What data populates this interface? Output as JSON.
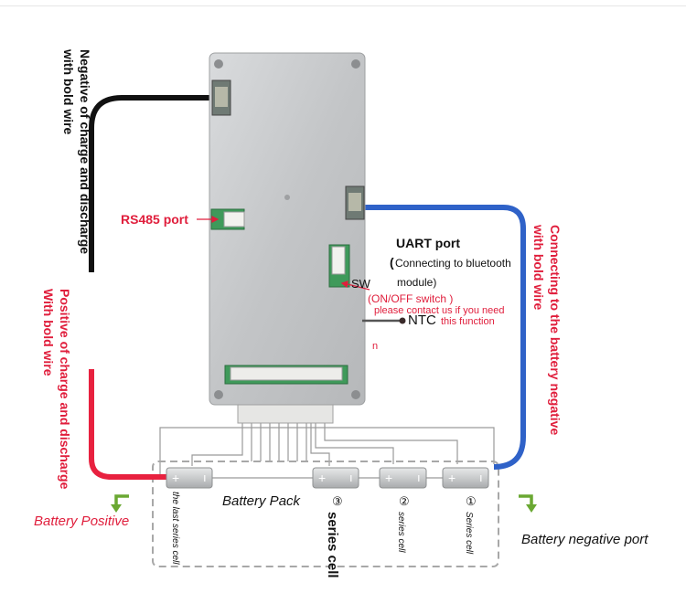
{
  "labels": {
    "neg_charge": [
      "Negative of charge and discharge",
      "with bold wire"
    ],
    "pos_charge": [
      "Positive of charge and discharge",
      "With bold wire"
    ],
    "neg_battery": [
      "Connecting to the battery negative",
      "with bold wire"
    ],
    "rs485": "RS485 port",
    "uart_title": "UART port",
    "uart_paren": "(",
    "uart_line1": "Connecting to bluetooth",
    "uart_line2": "module)",
    "sw": "SW",
    "onoff": "(ON/OFF switch )",
    "contact_line1": "please contact us if you need",
    "contact_line2": "this function",
    "ntc": "NTC",
    "ntc_n": "n",
    "battery_pack": "Battery Pack",
    "series_cell_big": "series cell",
    "cell_last": "the last series cell",
    "cell_3_num": "③",
    "cell_2_num": "②",
    "cell_2_label": "series cell",
    "cell_1_num": "①",
    "cell_1_label": "Series cell",
    "battery_positive": "Battery Positive",
    "battery_negative_port": "Battery negative port"
  },
  "colors": {
    "board": "#c7c9cb",
    "black_wire": "#111111",
    "red_wire": "#e8213f",
    "blue_wire": "#2f62c8",
    "label_red": "#e01e3c",
    "arrow_green": "#6aa832",
    "cell_fill": "#d4d6d7"
  }
}
